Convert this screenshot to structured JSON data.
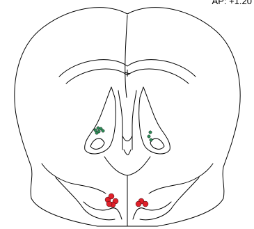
{
  "coordinate_label": "AP: +1.20",
  "colors": {
    "line": "#000000",
    "green_marker": "#2e8b57",
    "red_marker": "#e0202a"
  },
  "markers": {
    "green_left": [
      [
        137,
        187
      ],
      [
        141,
        184
      ],
      [
        145,
        185
      ],
      [
        148,
        188
      ],
      [
        142,
        189
      ],
      [
        139,
        191
      ]
    ],
    "green_right": [
      [
        216,
        190
      ],
      [
        214,
        196
      ],
      [
        217,
        201
      ]
    ],
    "red_center": [
      [
        155,
        287
      ],
      [
        160,
        282
      ],
      [
        166,
        289
      ],
      [
        162,
        294
      ],
      [
        157,
        293
      ],
      [
        203,
        289
      ],
      [
        209,
        293
      ],
      [
        199,
        293
      ]
    ]
  }
}
